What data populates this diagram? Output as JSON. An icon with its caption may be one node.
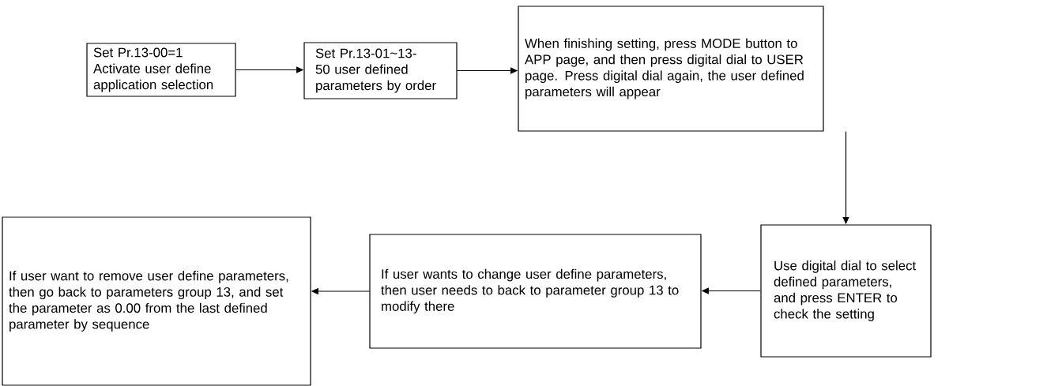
{
  "diagram": {
    "nodes": [
      {
        "text": [
          "Set Pr.13-00=1",
          "Activate user define application selection"
        ]
      },
      {
        "text": [
          "Set Pr.13-01~13-50 user defined parameters by order"
        ]
      },
      {
        "text": [
          "When finishing setting, press MODE button to APP page, and then press digital dial to USER page. Press digital dial again, the user defined parameters will appear"
        ]
      },
      {
        "text": [
          "Use digital dial to select defined parameters, and press ENTER to check the setting"
        ]
      },
      {
        "text": [
          "If user wants to change user define parameters, then user needs to back to parameter group 13 to modify there"
        ]
      },
      {
        "text": [
          "If user want to remove user define parameters, then go back to parameters group 13, and set the parameter as 0.00 from the last defined parameter by sequence"
        ]
      }
    ],
    "edges": [
      {
        "from": 0,
        "to": 1,
        "arrow": "to"
      },
      {
        "from": 1,
        "to": 2,
        "arrow": "to"
      },
      {
        "from": 2,
        "to": 3,
        "arrow": "to"
      },
      {
        "from": 3,
        "to": 4,
        "arrow": "to"
      },
      {
        "from": 4,
        "to": 5,
        "arrow": "to"
      }
    ]
  }
}
